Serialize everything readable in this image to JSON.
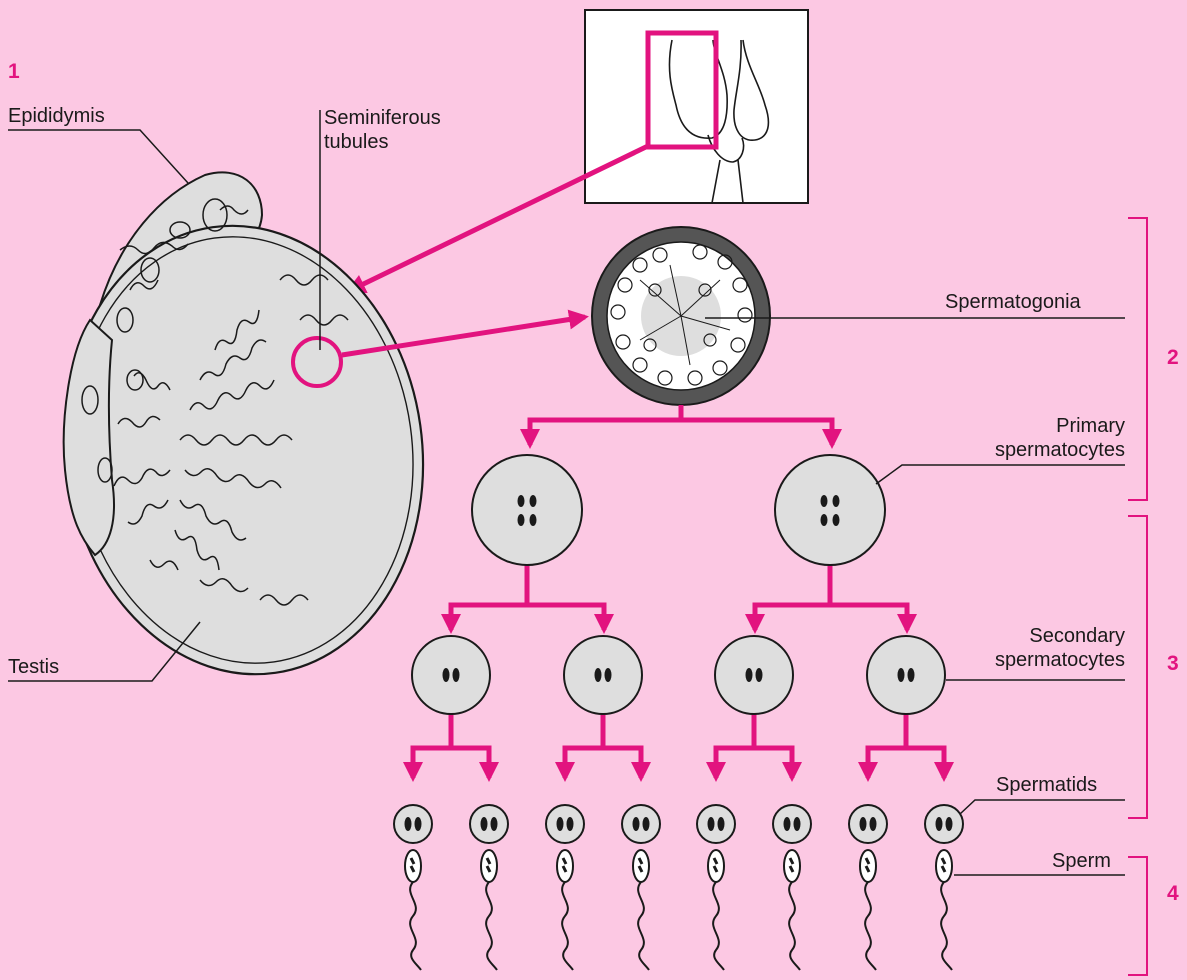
{
  "labels": {
    "epididymis": "Epididymis",
    "seminiferous_tubules": [
      "Seminiferous",
      "tubules"
    ],
    "testis": "Testis",
    "spermatogonia": "Spermatogonia",
    "primary_spermatocytes": [
      "Primary",
      "spermatocytes"
    ],
    "secondary_spermatocytes": [
      "Secondary",
      "spermatocytes"
    ],
    "spermatids": "Spermatids",
    "sperm": "Sperm"
  },
  "steps": [
    "1",
    "2",
    "3",
    "4"
  ],
  "colors": {
    "background": "#fcc8e3",
    "accent": "#e2137f",
    "cell_fill": "#dedede",
    "outline": "#1a1a1a"
  }
}
